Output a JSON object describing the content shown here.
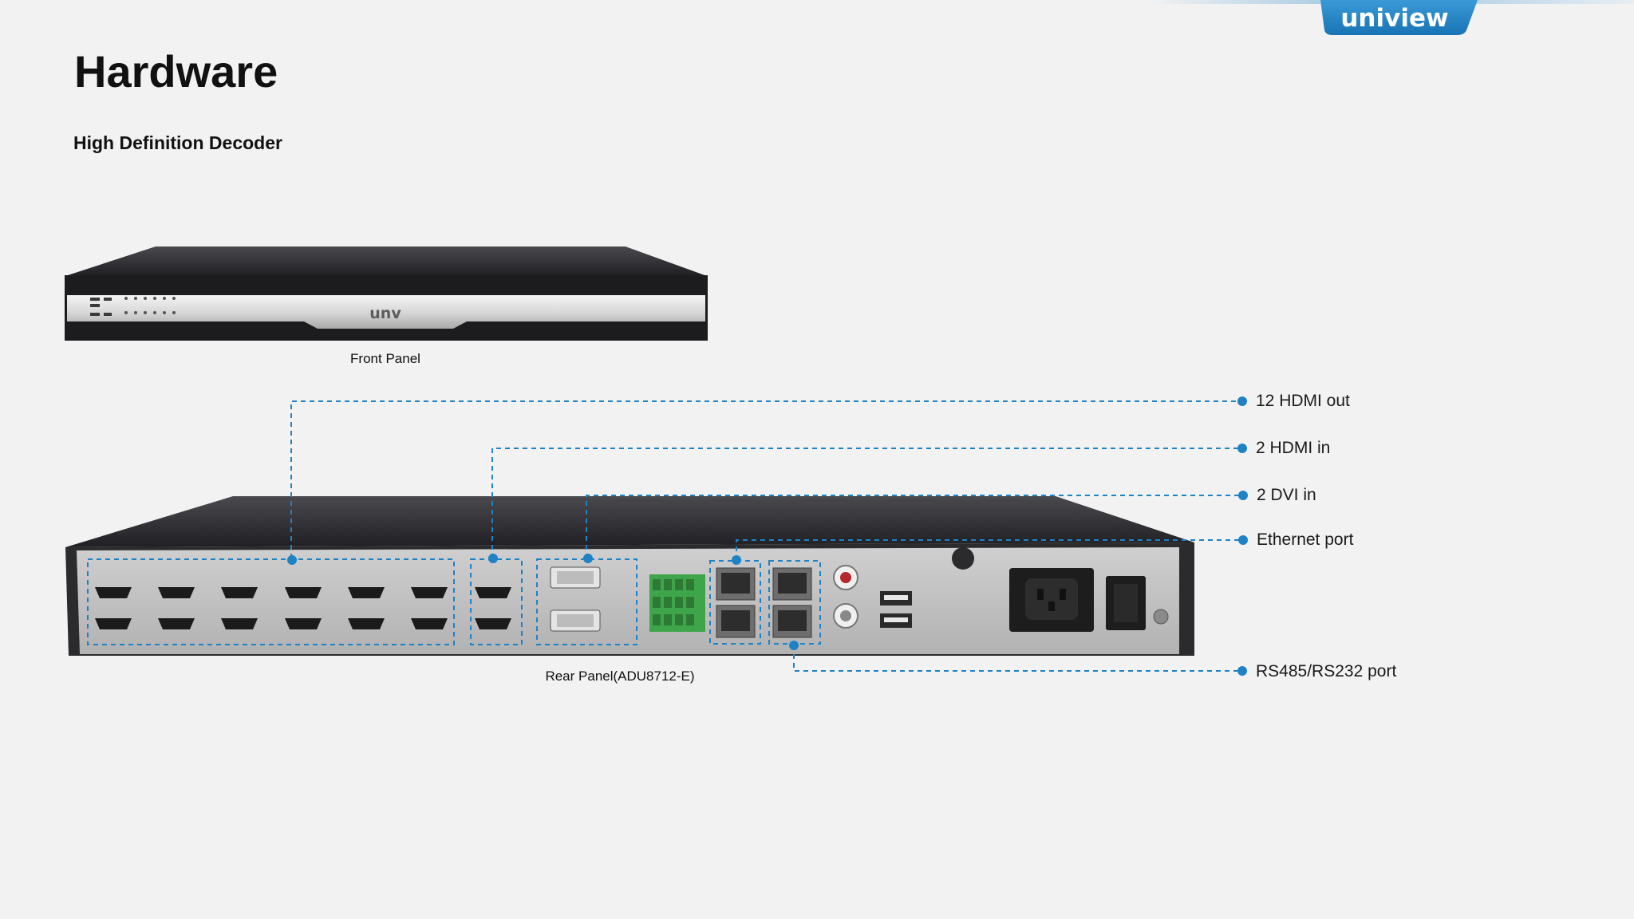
{
  "slide": {
    "title": "Hardware",
    "subtitle": "High Definition Decoder"
  },
  "brand": {
    "logo_text": "uniview",
    "accent_color": "#1f82c4"
  },
  "front_panel": {
    "caption": "Front Panel",
    "badge_text": "unv"
  },
  "rear_panel": {
    "caption": "Rear Panel(ADU8712-E)"
  },
  "callouts": [
    {
      "label": "12 HDMI out"
    },
    {
      "label": "2 HDMI in"
    },
    {
      "label": "2 DVI in"
    },
    {
      "label": "Ethernet port"
    },
    {
      "label": "RS485/RS232 port"
    }
  ]
}
